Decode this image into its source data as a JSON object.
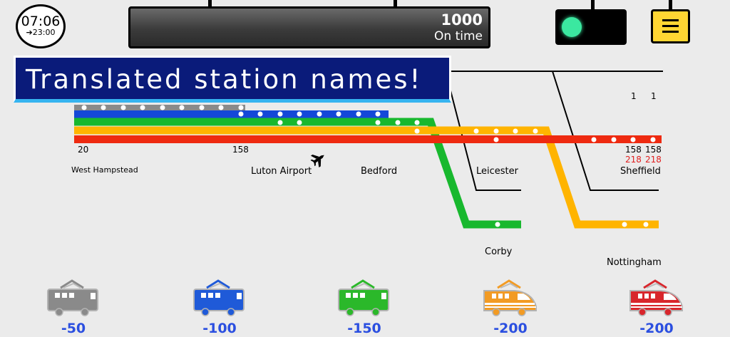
{
  "clock": {
    "time": "07:06",
    "next": "➔23:00"
  },
  "board": {
    "score": "1000",
    "status": "On time"
  },
  "signal": {
    "state": "go",
    "color": "#3be8a0"
  },
  "menu": {
    "icon": "hamburger-icon"
  },
  "banner": {
    "text": "Translated station names!"
  },
  "lines": [
    {
      "name": "gray",
      "color": "#8a8a8a"
    },
    {
      "name": "blue",
      "color": "#1448d8"
    },
    {
      "name": "green",
      "color": "#18b82e"
    },
    {
      "name": "yellow",
      "color": "#ffb400"
    },
    {
      "name": "red",
      "color": "#ee2a10"
    }
  ],
  "stations": [
    {
      "name": "West Hampstead"
    },
    {
      "name": "Luton Airport"
    },
    {
      "name": "Bedford"
    },
    {
      "name": "Leicester"
    },
    {
      "name": "Sheffield"
    },
    {
      "name": "Corby"
    },
    {
      "name": "Nottingham"
    }
  ],
  "counts": {
    "wh": "20",
    "luton": "158",
    "sheffield_top_a": "1",
    "sheffield_top_b": "1",
    "sheffield_mid_a": "158",
    "sheffield_mid_b": "158",
    "sheffield_red_a": "218",
    "sheffield_red_b": "218"
  },
  "trains": [
    {
      "cost": "-50",
      "color": "#8a8a8a",
      "kind": "tram"
    },
    {
      "cost": "-100",
      "color": "#1f5ad8",
      "kind": "tram"
    },
    {
      "cost": "-150",
      "color": "#2bb82a",
      "kind": "tram"
    },
    {
      "cost": "-200",
      "color": "#f29b24",
      "kind": "express"
    },
    {
      "cost": "-200",
      "color": "#d8262c",
      "kind": "express"
    }
  ]
}
